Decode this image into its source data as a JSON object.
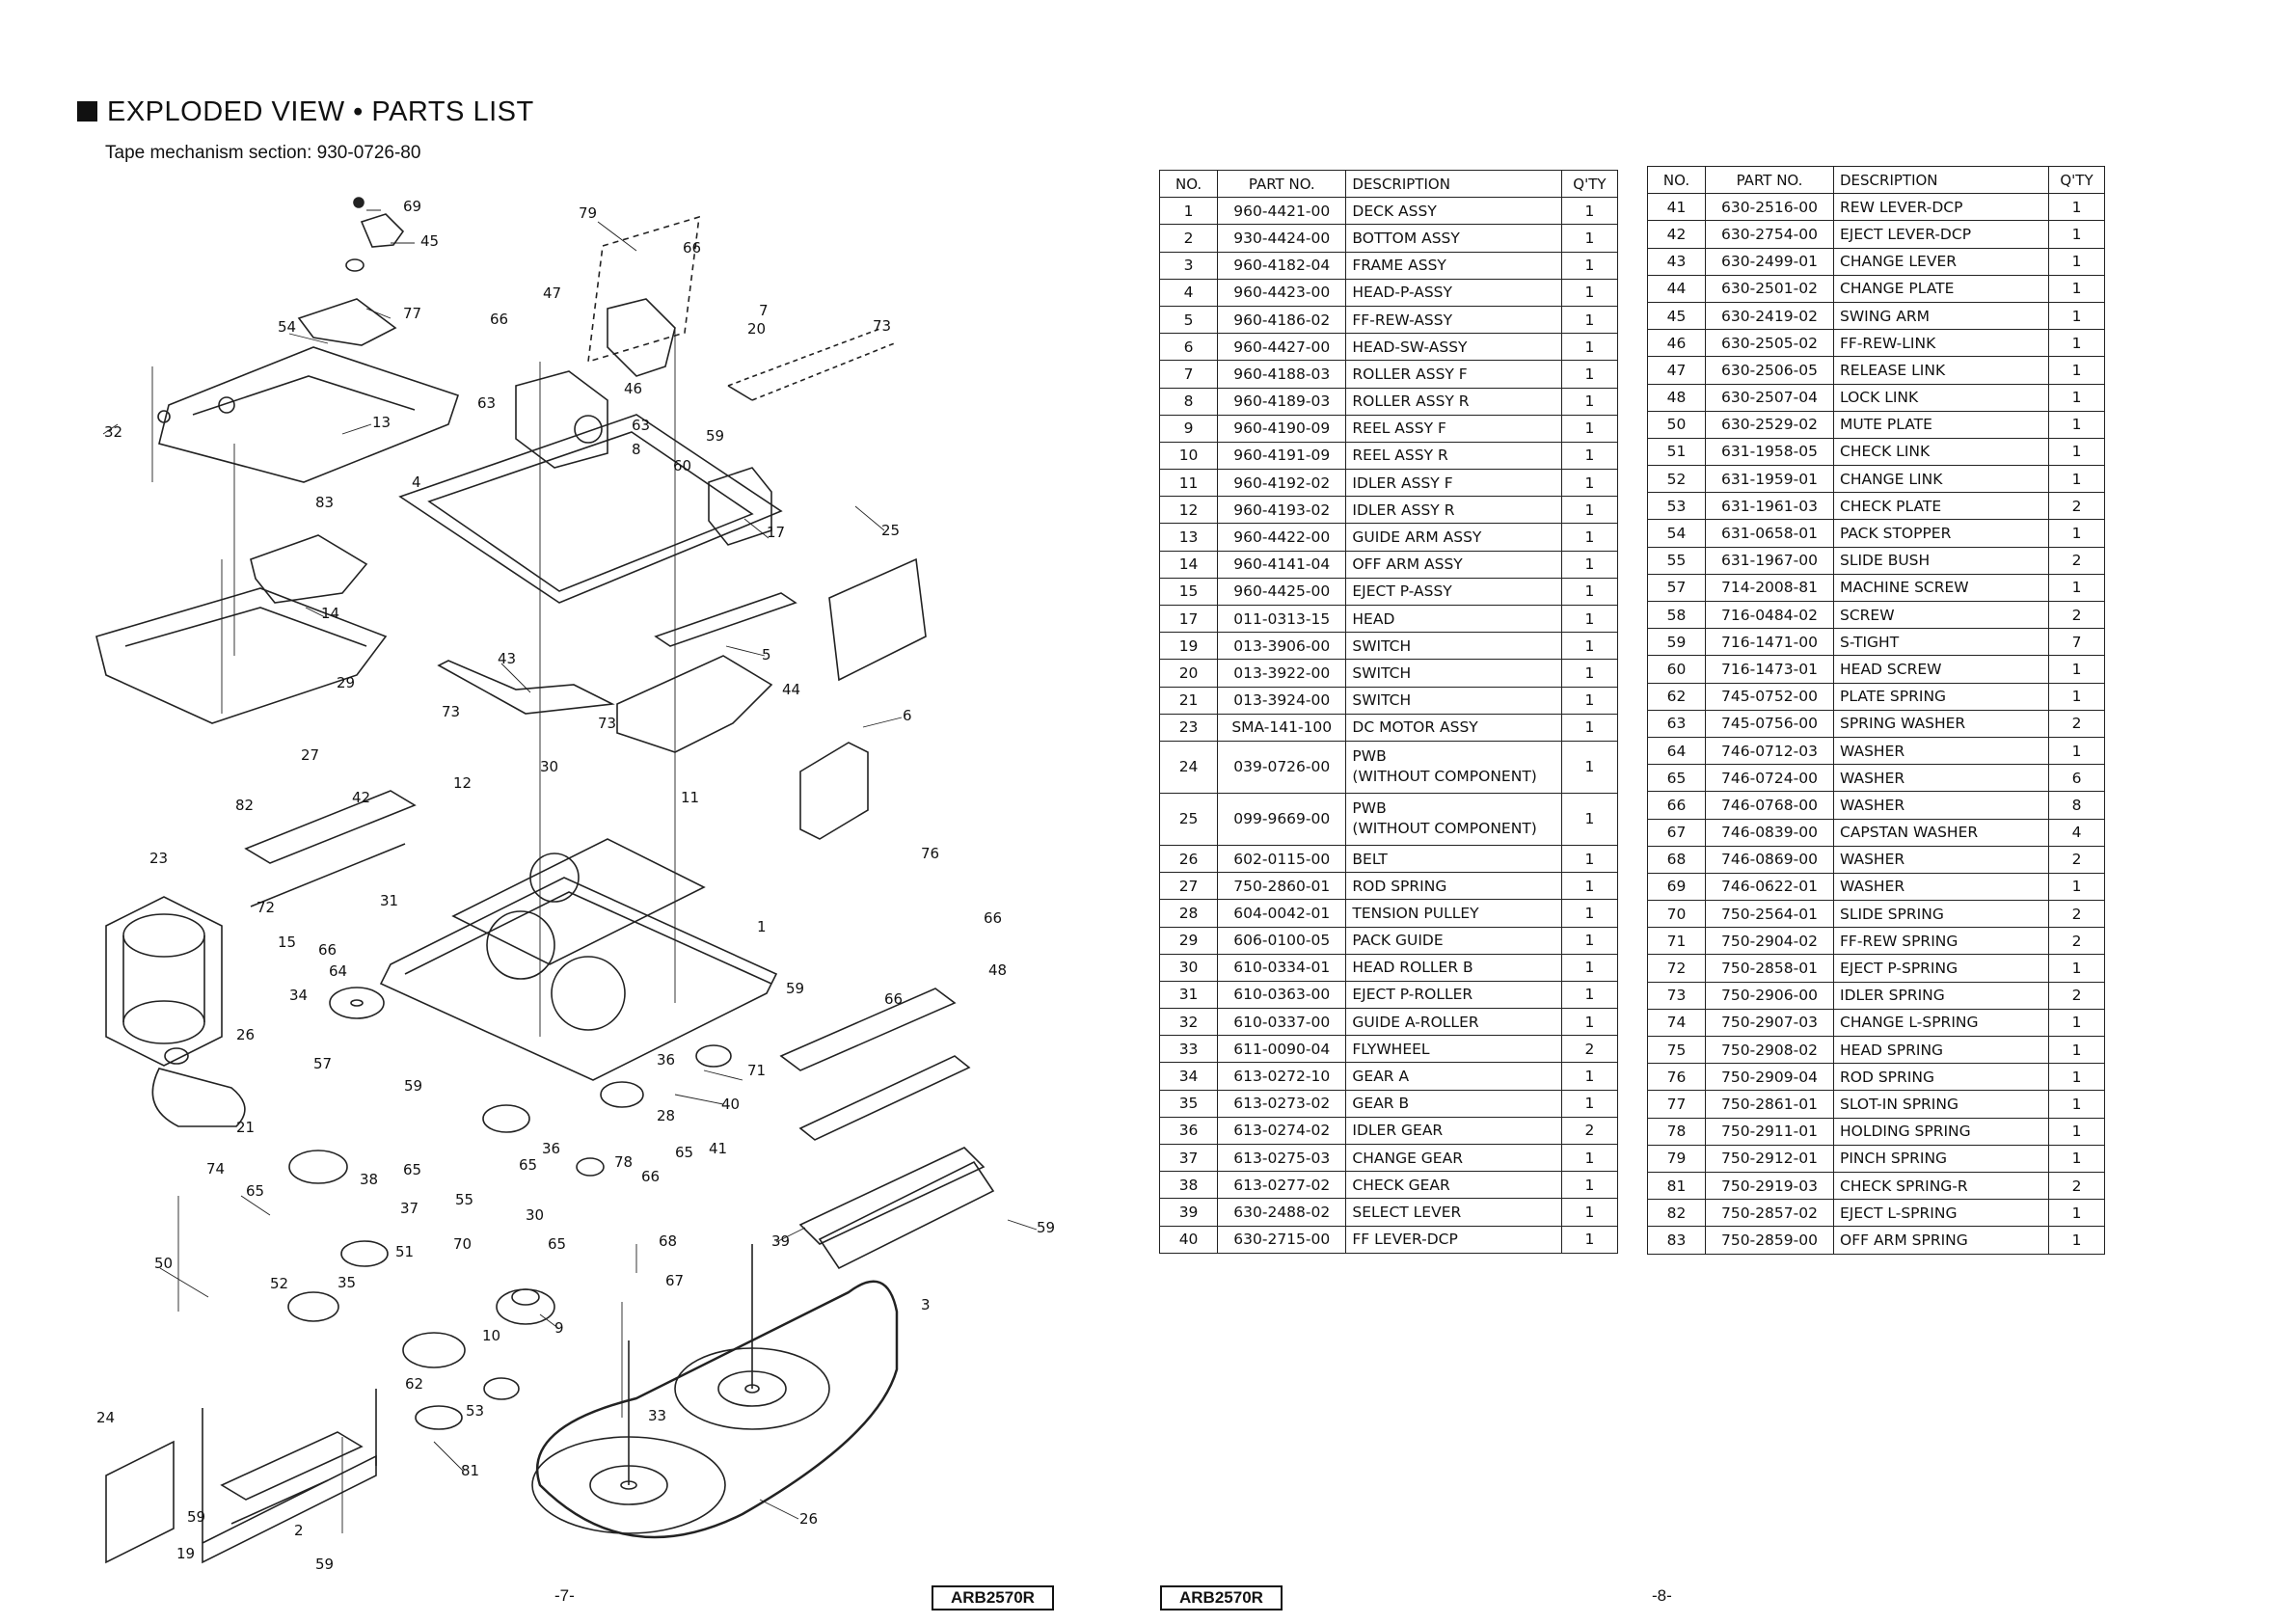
{
  "header": {
    "title": "EXPLODED VIEW • PARTS LIST",
    "subtitle": "Tape mechanism section: 930-0726-80"
  },
  "diagram_labels": [
    "69",
    "45",
    "77",
    "54",
    "66",
    "47",
    "79",
    "66",
    "7",
    "20",
    "73",
    "32",
    "13",
    "63",
    "8",
    "63",
    "46",
    "59",
    "60",
    "17",
    "25",
    "4",
    "83",
    "14",
    "29",
    "43",
    "5",
    "44",
    "6",
    "73",
    "73",
    "12",
    "30",
    "11",
    "27",
    "82",
    "42",
    "23",
    "72",
    "15",
    "31",
    "66",
    "64",
    "34",
    "76",
    "66",
    "48",
    "1",
    "26",
    "57",
    "21",
    "59",
    "59",
    "66",
    "71",
    "36",
    "28",
    "40",
    "41",
    "78",
    "65",
    "66",
    "36",
    "74",
    "65",
    "38",
    "65",
    "37",
    "55",
    "30",
    "65",
    "39",
    "59",
    "52",
    "35",
    "51",
    "70",
    "9",
    "50",
    "10",
    "68",
    "67",
    "62",
    "53",
    "3",
    "24",
    "33",
    "81",
    "59",
    "2",
    "19",
    "59",
    "26"
  ],
  "parts_table_left": {
    "headers": [
      "NO.",
      "PART NO.",
      "DESCRIPTION",
      "Q'TY"
    ],
    "rows": [
      [
        "1",
        "960-4421-00",
        "DECK ASSY",
        "1"
      ],
      [
        "2",
        "930-4424-00",
        "BOTTOM ASSY",
        "1"
      ],
      [
        "3",
        "960-4182-04",
        "FRAME ASSY",
        "1"
      ],
      [
        "4",
        "960-4423-00",
        "HEAD-P-ASSY",
        "1"
      ],
      [
        "5",
        "960-4186-02",
        "FF-REW-ASSY",
        "1"
      ],
      [
        "6",
        "960-4427-00",
        "HEAD-SW-ASSY",
        "1"
      ],
      [
        "7",
        "960-4188-03",
        "ROLLER ASSY F",
        "1"
      ],
      [
        "8",
        "960-4189-03",
        "ROLLER ASSY R",
        "1"
      ],
      [
        "9",
        "960-4190-09",
        "REEL ASSY F",
        "1"
      ],
      [
        "10",
        "960-4191-09",
        "REEL ASSY R",
        "1"
      ],
      [
        "11",
        "960-4192-02",
        "IDLER ASSY F",
        "1"
      ],
      [
        "12",
        "960-4193-02",
        "IDLER ASSY R",
        "1"
      ],
      [
        "13",
        "960-4422-00",
        "GUIDE ARM ASSY",
        "1"
      ],
      [
        "14",
        "960-4141-04",
        "OFF ARM ASSY",
        "1"
      ],
      [
        "15",
        "960-4425-00",
        "EJECT P-ASSY",
        "1"
      ],
      [
        "17",
        "011-0313-15",
        "HEAD",
        "1"
      ],
      [
        "19",
        "013-3906-00",
        "SWITCH",
        "1"
      ],
      [
        "20",
        "013-3922-00",
        "SWITCH",
        "1"
      ],
      [
        "21",
        "013-3924-00",
        "SWITCH",
        "1"
      ],
      [
        "23",
        "SMA-141-100",
        "DC MOTOR ASSY",
        "1"
      ],
      [
        "24",
        "039-0726-00",
        "PWB|(WITHOUT COMPONENT)",
        "1"
      ],
      [
        "25",
        "099-9669-00",
        "PWB|(WITHOUT COMPONENT)",
        "1"
      ],
      [
        "26",
        "602-0115-00",
        "BELT",
        "1"
      ],
      [
        "27",
        "750-2860-01",
        "ROD SPRING",
        "1"
      ],
      [
        "28",
        "604-0042-01",
        "TENSION PULLEY",
        "1"
      ],
      [
        "29",
        "606-0100-05",
        "PACK GUIDE",
        "1"
      ],
      [
        "30",
        "610-0334-01",
        "HEAD ROLLER B",
        "1"
      ],
      [
        "31",
        "610-0363-00",
        "EJECT P-ROLLER",
        "1"
      ],
      [
        "32",
        "610-0337-00",
        "GUIDE A-ROLLER",
        "1"
      ],
      [
        "33",
        "611-0090-04",
        "FLYWHEEL",
        "2"
      ],
      [
        "34",
        "613-0272-10",
        "GEAR A",
        "1"
      ],
      [
        "35",
        "613-0273-02",
        "GEAR B",
        "1"
      ],
      [
        "36",
        "613-0274-02",
        "IDLER GEAR",
        "2"
      ],
      [
        "37",
        "613-0275-03",
        "CHANGE GEAR",
        "1"
      ],
      [
        "38",
        "613-0277-02",
        "CHECK GEAR",
        "1"
      ],
      [
        "39",
        "630-2488-02",
        "SELECT LEVER",
        "1"
      ],
      [
        "40",
        "630-2715-00",
        "FF LEVER-DCP",
        "1"
      ]
    ]
  },
  "parts_table_right": {
    "headers": [
      "NO.",
      "PART NO.",
      "DESCRIPTION",
      "Q'TY"
    ],
    "rows": [
      [
        "41",
        "630-2516-00",
        "REW LEVER-DCP",
        "1"
      ],
      [
        "42",
        "630-2754-00",
        "EJECT LEVER-DCP",
        "1"
      ],
      [
        "43",
        "630-2499-01",
        "CHANGE LEVER",
        "1"
      ],
      [
        "44",
        "630-2501-02",
        "CHANGE PLATE",
        "1"
      ],
      [
        "45",
        "630-2419-02",
        "SWING ARM",
        "1"
      ],
      [
        "46",
        "630-2505-02",
        "FF-REW-LINK",
        "1"
      ],
      [
        "47",
        "630-2506-05",
        "RELEASE LINK",
        "1"
      ],
      [
        "48",
        "630-2507-04",
        "LOCK LINK",
        "1"
      ],
      [
        "50",
        "630-2529-02",
        "MUTE PLATE",
        "1"
      ],
      [
        "51",
        "631-1958-05",
        "CHECK LINK",
        "1"
      ],
      [
        "52",
        "631-1959-01",
        "CHANGE LINK",
        "1"
      ],
      [
        "53",
        "631-1961-03",
        "CHECK PLATE",
        "2"
      ],
      [
        "54",
        "631-0658-01",
        "PACK STOPPER",
        "1"
      ],
      [
        "55",
        "631-1967-00",
        "SLIDE BUSH",
        "2"
      ],
      [
        "57",
        "714-2008-81",
        "MACHINE SCREW",
        "1"
      ],
      [
        "58",
        "716-0484-02",
        "SCREW",
        "2"
      ],
      [
        "59",
        "716-1471-00",
        "S-TIGHT",
        "7"
      ],
      [
        "60",
        "716-1473-01",
        "HEAD SCREW",
        "1"
      ],
      [
        "62",
        "745-0752-00",
        "PLATE SPRING",
        "1"
      ],
      [
        "63",
        "745-0756-00",
        "SPRING WASHER",
        "2"
      ],
      [
        "64",
        "746-0712-03",
        "WASHER",
        "1"
      ],
      [
        "65",
        "746-0724-00",
        "WASHER",
        "6"
      ],
      [
        "66",
        "746-0768-00",
        "WASHER",
        "8"
      ],
      [
        "67",
        "746-0839-00",
        "CAPSTAN WASHER",
        "4"
      ],
      [
        "68",
        "746-0869-00",
        "WASHER",
        "2"
      ],
      [
        "69",
        "746-0622-01",
        "WASHER",
        "1"
      ],
      [
        "70",
        "750-2564-01",
        "SLIDE SPRING",
        "2"
      ],
      [
        "71",
        "750-2904-02",
        "FF-REW SPRING",
        "2"
      ],
      [
        "72",
        "750-2858-01",
        "EJECT P-SPRING",
        "1"
      ],
      [
        "73",
        "750-2906-00",
        "IDLER SPRING",
        "2"
      ],
      [
        "74",
        "750-2907-03",
        "CHANGE L-SPRING",
        "1"
      ],
      [
        "75",
        "750-2908-02",
        "HEAD SPRING",
        "1"
      ],
      [
        "76",
        "750-2909-04",
        "ROD SPRING",
        "1"
      ],
      [
        "77",
        "750-2861-01",
        "SLOT-IN SPRING",
        "1"
      ],
      [
        "78",
        "750-2911-01",
        "HOLDING SPRING",
        "1"
      ],
      [
        "79",
        "750-2912-01",
        "PINCH SPRING",
        "1"
      ],
      [
        "81",
        "750-2919-03",
        "CHECK SPRING-R",
        "2"
      ],
      [
        "82",
        "750-2857-02",
        "EJECT L-SPRING",
        "1"
      ],
      [
        "83",
        "750-2859-00",
        "OFF ARM SPRING",
        "1"
      ]
    ]
  },
  "footer": {
    "left_page": "-7-",
    "right_page": "-8-",
    "left_model": "ARB2570R",
    "right_model": "ARB2570R"
  }
}
